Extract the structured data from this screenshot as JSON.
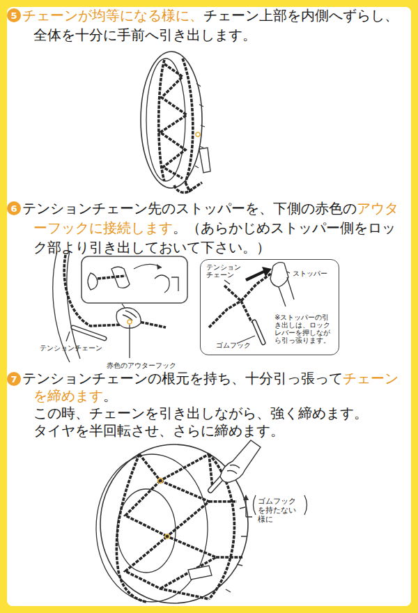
{
  "diagram": {
    "nodes": [
      {
        "text": [
          "5"
        ]
      },
      {
        "text": [
          "6"
        ]
      },
      {
        "text": [
          "テンションチェーン",
          "ストッパー",
          "※ストッパーの引き出しは、ロックレバーを押しながら引っ張ります。",
          "ゴムフック"
        ]
      },
      {
        "text": [
          "7"
        ]
      }
    ],
    "labels": [
      "チェーンが均等になる様に、",
      "チェーン上部を内側へずらし、全体を十分に手前へ引き出します。",
      "テンションチェーン先のストッパーを、下側の赤色の",
      "アウターフックに接続します",
      "。（あらかじめストッパー側をロック部より引き出しておいて下さい。）",
      "テンションチェーン",
      "赤色のアウターフック",
      "テンションチェーンの根元を持ち、十分引っ張って",
      "チェーンを締めます",
      "。",
      "この時、チェーンを引き出しながら、強く締めます。",
      "タイヤを半回転させ、さらに締めます。",
      "ゴムフックを持たない様に"
    ]
  }
}
